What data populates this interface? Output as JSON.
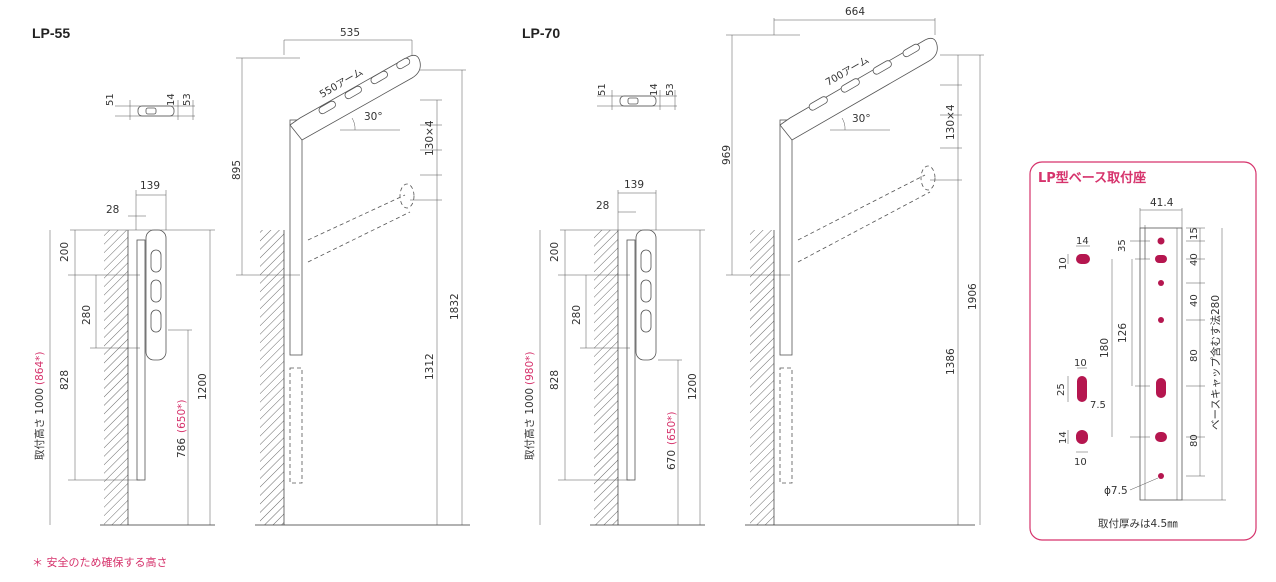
{
  "models": [
    {
      "name": "LP-55",
      "top_width": "535",
      "arm_label": "550アーム",
      "angle": "30°",
      "pitch": "130×4",
      "arm_height": "895",
      "side_width": "139",
      "side_depth": "28",
      "side_top": "200",
      "side_hook": "280",
      "side_828": "828",
      "mount_height": "取付高さ 1000",
      "mount_height_safe": "(864*)",
      "side_1200": "1200",
      "side_786": "786",
      "side_786_safe": "(650*)",
      "total_height": "1832",
      "lower_height": "1312",
      "end_51": "51",
      "end_14": "14",
      "end_53": "53"
    },
    {
      "name": "LP-70",
      "top_width": "664",
      "arm_label": "700アーム",
      "angle": "30°",
      "pitch": "130×4",
      "arm_height": "969",
      "side_width": "139",
      "side_depth": "28",
      "side_top": "200",
      "side_hook": "280",
      "side_828": "828",
      "mount_height": "取付高さ 1000",
      "mount_height_safe": "(980*)",
      "side_1200": "1200",
      "side_786": "670",
      "side_786_safe": "(650*)",
      "total_height": "1906",
      "lower_height": "1386",
      "end_51": "51",
      "end_14": "14",
      "end_53": "53"
    }
  ],
  "footnote": "＊ 安全のため確保する高さ",
  "base_panel": {
    "title": "LP型ベース取付座",
    "width": "41.4",
    "d15": "15",
    "d35": "35",
    "d40a": "40",
    "d40b": "40",
    "d126": "126",
    "d180": "180",
    "d80a": "80",
    "d80b": "80",
    "total_label": "ベースキャップ含むす法280",
    "slot1_w": "14",
    "slot1_h": "10",
    "slot2_w": "10",
    "slot2_h": "25",
    "slot2_r": "7.5",
    "slot3_h": "14",
    "slot3_w": "10",
    "hole": "ϕ7.5",
    "thickness": "取付厚みは4.5㎜"
  },
  "colors": {
    "accent": "#d6336c",
    "hole": "#b5164f",
    "line": "#333333"
  }
}
